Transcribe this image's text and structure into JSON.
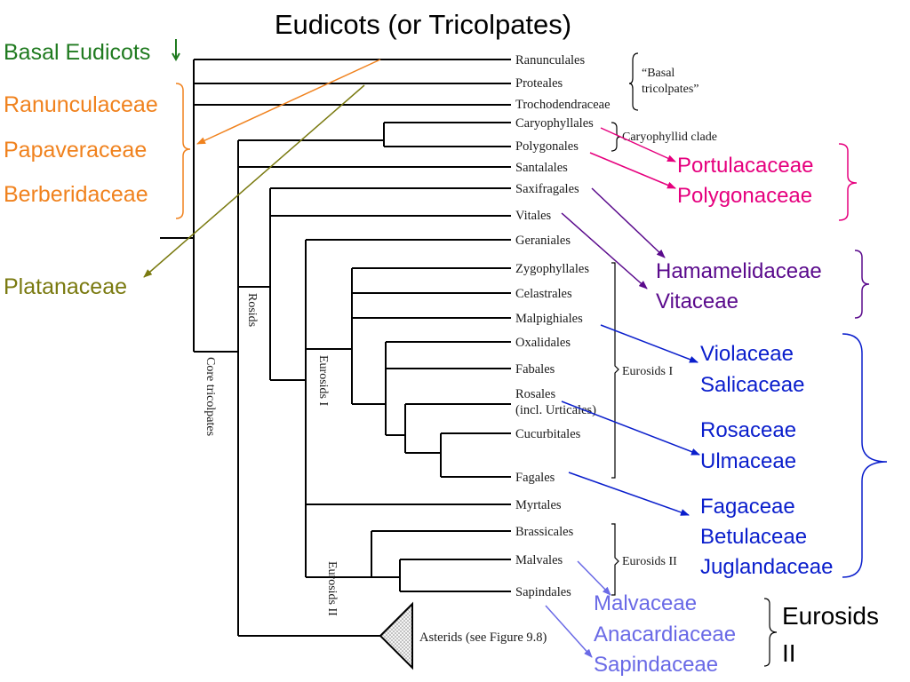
{
  "title": "Eudicots (or Tricolpates)",
  "colors": {
    "basal": "#1f7a1f",
    "ranunculales": "#f0821e",
    "platanaceae": "#7a7a10",
    "caryophyllid": "#e6007e",
    "purple": "#5a0a8c",
    "blue": "#0a1ecc",
    "lightblue": "#6a6ae6"
  },
  "left_labels": {
    "basal_eudicots": "Basal Eudicots",
    "ranunculaceae": "Ranunculaceae",
    "papaveraceae": "Papaveraceae",
    "berberidaceae": "Berberidaceae",
    "platanaceae": "Platanaceae"
  },
  "orders": {
    "ranunculales": "Ranunculales",
    "proteales": "Proteales",
    "trochodendraceae": "Trochodendraceae",
    "caryophyllales": "Caryophyllales",
    "polygonales": "Polygonales",
    "santalales": "Santalales",
    "saxifragales": "Saxifragales",
    "vitales": "Vitales",
    "geraniales": "Geraniales",
    "zygophyllales": "Zygophyllales",
    "celastrales": "Celastrales",
    "malpighiales": "Malpighiales",
    "oxalidales": "Oxalidales",
    "fabales": "Fabales",
    "rosales": "Rosales",
    "rosales_note": "(incl. Urticales)",
    "cucurbitales": "Cucurbitales",
    "fagales": "Fagales",
    "myrtales": "Myrtales",
    "brassicales": "Brassicales",
    "malvales": "Malvales",
    "sapindales": "Sapindales",
    "asterids": "Asterids (see Figure 9.8)"
  },
  "group_labels": {
    "basal_tricolpates_1": "“Basal",
    "basal_tricolpates_2": "tricolpates”",
    "caryophyllid_clade": "Caryophyllid clade",
    "eurosids_i_bracket": "Eurosids I",
    "eurosids_ii_bracket": "Eurosids II",
    "rosids_vertical": "Rosids",
    "core_tricolpates_vertical": "Core tricolpates",
    "eurosids_i_vertical": "Eurosids I",
    "eurosids_ii_vertical": "Eurosids II"
  },
  "families": {
    "portulacaceae": "Portulacaceae",
    "polygonaceae": "Polygonaceae",
    "hamamelidaceae": "Hamamelidaceae",
    "vitaceae": "Vitaceae",
    "violaceae": "Violaceae",
    "salicaceae": "Salicaceae",
    "rosaceae": "Rosaceae",
    "ulmaceae": "Ulmaceae",
    "fagaceae": "Fagaceae",
    "betulaceae": "Betulaceae",
    "juglandaceae": "Juglandaceae",
    "malvaceae": "Malvaceae",
    "anacardiaceae": "Anacardiaceae",
    "sapindaceae": "Sapindaceae",
    "eurosids_ii_1": "Eurosids",
    "eurosids_ii_2": "II"
  }
}
